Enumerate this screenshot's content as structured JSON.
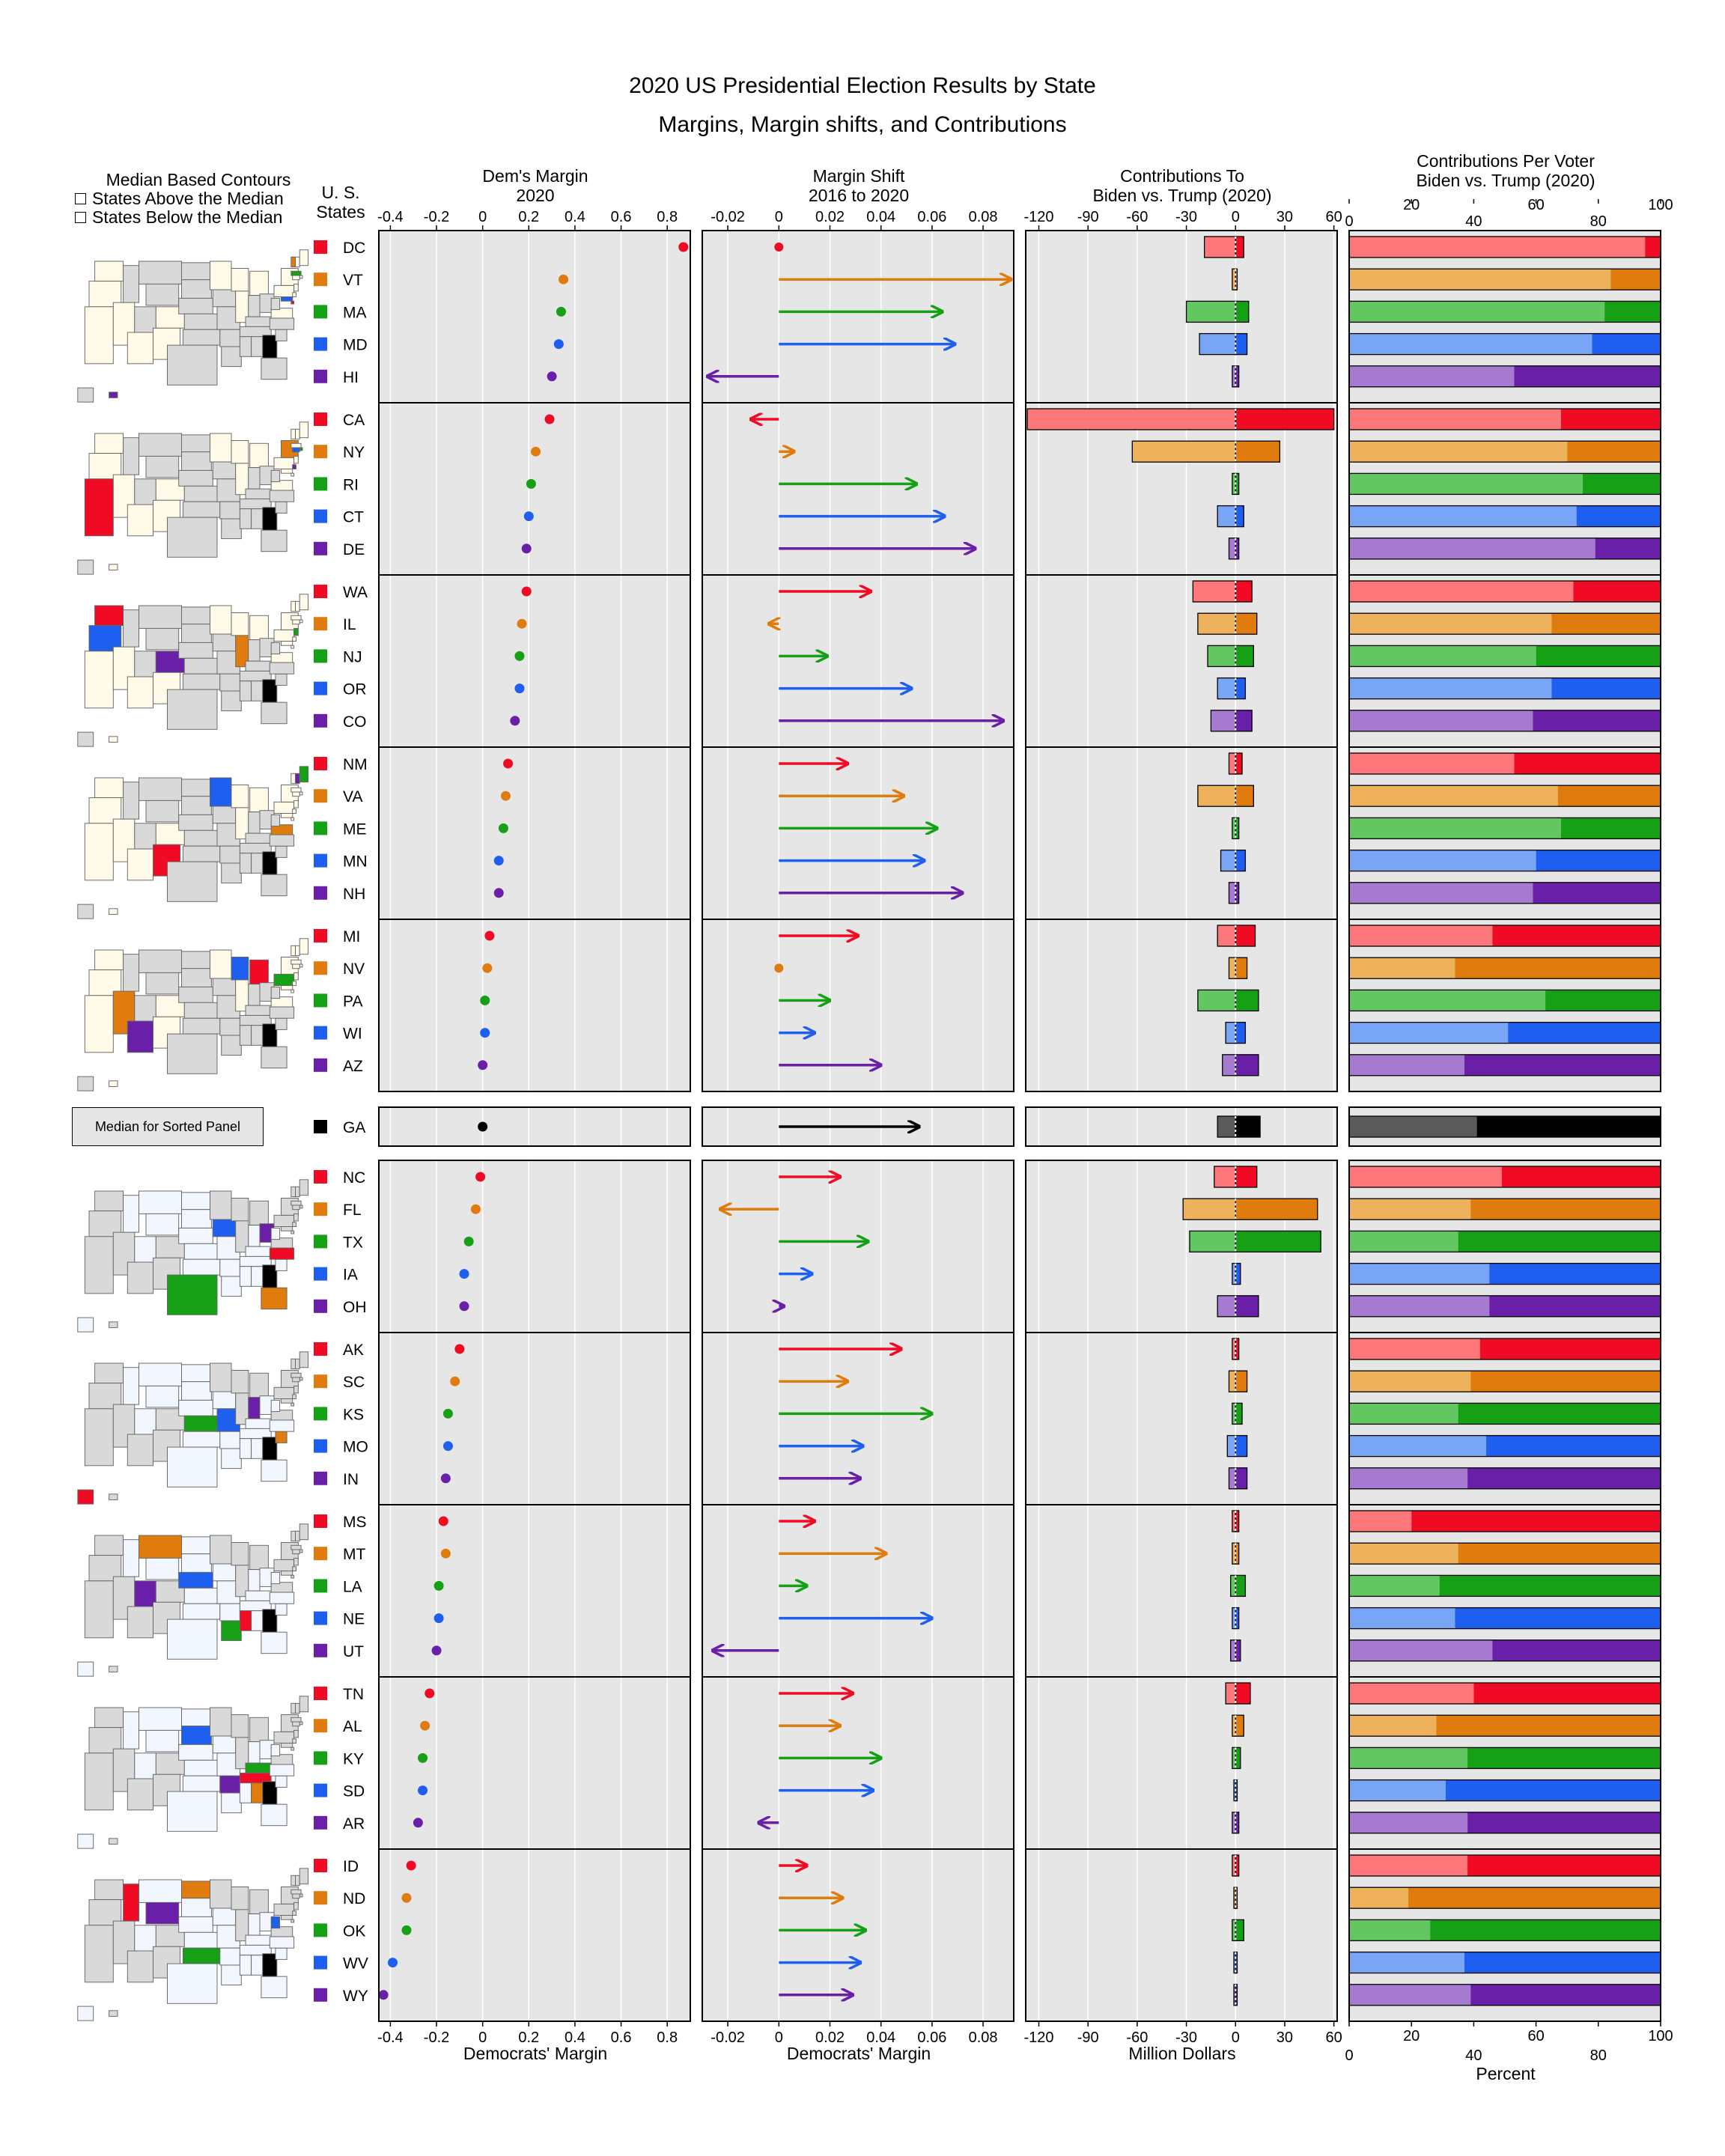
{
  "titles": {
    "main": "2020 US Presidential Election Results by State",
    "sub": "Margins, Margin shifts, and Contributions"
  },
  "legend": {
    "title": "Median Based Contours",
    "above": "States Above the Median",
    "below": "States Below the Median"
  },
  "states_header": [
    "U. S.",
    "States"
  ],
  "median_label": "Median for Sorted Panel",
  "headers": {
    "margin": [
      "Dem's Margin",
      "2020"
    ],
    "shift": [
      "Margin Shift",
      "2016 to 2020"
    ],
    "contrib": [
      "Contributions To",
      "Biden vs. Trump (2020)"
    ],
    "percent": [
      "Contributions Per Voter",
      "Biden vs. Trump (2020)"
    ]
  },
  "bottom_labels": {
    "margin": "Democrats' Margin",
    "shift": "Democrats' Margin",
    "contrib": "Million Dollars",
    "percent": "Percent"
  },
  "colors": {
    "panel_bg": "#e6e6e6",
    "light_fill": "#fffbe8",
    "below_fill": "#f2f7ff",
    "map_gray": "#d9d9d9",
    "dark": [
      "#f00a24",
      "#e07b0d",
      "#16a016",
      "#1f5ff0",
      "#6a1fa8"
    ],
    "light": [
      "#fd7679",
      "#eeb25c",
      "#62c761",
      "#78a5f6",
      "#a57ad0"
    ],
    "median_dark": "#000000",
    "median_light": "#5a5a5a"
  },
  "chart_data": {
    "type": "scatter",
    "panels": {
      "margin": {
        "ticks": [
          -0.4,
          -0.2,
          0,
          0.2,
          0.4,
          0.6,
          0.8
        ],
        "xlim": [
          -0.45,
          0.9
        ]
      },
      "shift": {
        "ticks": [
          -0.02,
          0,
          0.02,
          0.04,
          0.06,
          0.08
        ],
        "xlim": [
          -0.03,
          0.092
        ]
      },
      "contrib": {
        "ticks": [
          -120,
          -90,
          -60,
          -30,
          0,
          30,
          60
        ],
        "xlim": [
          -128,
          62
        ]
      },
      "percent": {
        "ticks": [
          0,
          20,
          40,
          60,
          80,
          100
        ],
        "xlim": [
          0,
          100
        ]
      }
    },
    "median_state": "GA",
    "groups": [
      [
        {
          "state": "DC",
          "margin": 0.87,
          "shift": 0.0,
          "trump": -19,
          "biden": 5,
          "pct": 95
        },
        {
          "state": "VT",
          "margin": 0.35,
          "shift": 0.091,
          "trump": -2,
          "biden": 1,
          "pct": 84
        },
        {
          "state": "MA",
          "margin": 0.34,
          "shift": 0.064,
          "trump": -30,
          "biden": 8,
          "pct": 82
        },
        {
          "state": "MD",
          "margin": 0.33,
          "shift": 0.069,
          "trump": -22,
          "biden": 7,
          "pct": 78
        },
        {
          "state": "HI",
          "margin": 0.3,
          "shift": -0.028,
          "trump": -2,
          "biden": 2,
          "pct": 53
        }
      ],
      [
        {
          "state": "CA",
          "margin": 0.29,
          "shift": -0.011,
          "trump": -127,
          "biden": 60,
          "pct": 68
        },
        {
          "state": "NY",
          "margin": 0.23,
          "shift": 0.006,
          "trump": -63,
          "biden": 27,
          "pct": 70
        },
        {
          "state": "RI",
          "margin": 0.21,
          "shift": 0.054,
          "trump": -2,
          "biden": 2,
          "pct": 75
        },
        {
          "state": "CT",
          "margin": 0.2,
          "shift": 0.065,
          "trump": -11,
          "biden": 5,
          "pct": 73
        },
        {
          "state": "DE",
          "margin": 0.19,
          "shift": 0.077,
          "trump": -4,
          "biden": 2,
          "pct": 79
        }
      ],
      [
        {
          "state": "WA",
          "margin": 0.19,
          "shift": 0.036,
          "trump": -26,
          "biden": 10,
          "pct": 72
        },
        {
          "state": "IL",
          "margin": 0.17,
          "shift": -0.004,
          "trump": -23,
          "biden": 13,
          "pct": 65
        },
        {
          "state": "NJ",
          "margin": 0.16,
          "shift": 0.019,
          "trump": -17,
          "biden": 11,
          "pct": 60
        },
        {
          "state": "OR",
          "margin": 0.16,
          "shift": 0.052,
          "trump": -11,
          "biden": 6,
          "pct": 65
        },
        {
          "state": "CO",
          "margin": 0.14,
          "shift": 0.088,
          "trump": -15,
          "biden": 10,
          "pct": 59
        }
      ],
      [
        {
          "state": "NM",
          "margin": 0.11,
          "shift": 0.027,
          "trump": -4,
          "biden": 4,
          "pct": 53
        },
        {
          "state": "VA",
          "margin": 0.1,
          "shift": 0.049,
          "trump": -23,
          "biden": 11,
          "pct": 67
        },
        {
          "state": "ME",
          "margin": 0.09,
          "shift": 0.062,
          "trump": -2,
          "biden": 2,
          "pct": 68
        },
        {
          "state": "MN",
          "margin": 0.07,
          "shift": 0.057,
          "trump": -9,
          "biden": 6,
          "pct": 60
        },
        {
          "state": "NH",
          "margin": 0.07,
          "shift": 0.072,
          "trump": -4,
          "biden": 2,
          "pct": 59
        }
      ],
      [
        {
          "state": "MI",
          "margin": 0.03,
          "shift": 0.031,
          "trump": -11,
          "biden": 12,
          "pct": 46
        },
        {
          "state": "NV",
          "margin": 0.02,
          "shift": 0.0,
          "trump": -4,
          "biden": 7,
          "pct": 34
        },
        {
          "state": "PA",
          "margin": 0.01,
          "shift": 0.02,
          "trump": -23,
          "biden": 14,
          "pct": 63
        },
        {
          "state": "WI",
          "margin": 0.01,
          "shift": 0.014,
          "trump": -6,
          "biden": 6,
          "pct": 51
        },
        {
          "state": "AZ",
          "margin": 0.0,
          "shift": 0.04,
          "trump": -8,
          "biden": 14,
          "pct": 37
        }
      ],
      [
        {
          "state": "GA",
          "margin": 0.0,
          "shift": 0.055,
          "trump": -11,
          "biden": 15,
          "pct": 41
        }
      ],
      [
        {
          "state": "NC",
          "margin": -0.01,
          "shift": 0.024,
          "trump": -13,
          "biden": 13,
          "pct": 49
        },
        {
          "state": "FL",
          "margin": -0.03,
          "shift": -0.023,
          "trump": -32,
          "biden": 50,
          "pct": 39
        },
        {
          "state": "TX",
          "margin": -0.06,
          "shift": 0.035,
          "trump": -28,
          "biden": 52,
          "pct": 35
        },
        {
          "state": "IA",
          "margin": -0.08,
          "shift": 0.013,
          "trump": -2,
          "biden": 3,
          "pct": 45
        },
        {
          "state": "OH",
          "margin": -0.08,
          "shift": 0.002,
          "trump": -11,
          "biden": 14,
          "pct": 45
        }
      ],
      [
        {
          "state": "AK",
          "margin": -0.1,
          "shift": 0.048,
          "trump": -2,
          "biden": 2,
          "pct": 42
        },
        {
          "state": "SC",
          "margin": -0.12,
          "shift": 0.027,
          "trump": -4,
          "biden": 7,
          "pct": 39
        },
        {
          "state": "KS",
          "margin": -0.15,
          "shift": 0.06,
          "trump": -2,
          "biden": 4,
          "pct": 35
        },
        {
          "state": "MO",
          "margin": -0.15,
          "shift": 0.033,
          "trump": -5,
          "biden": 7,
          "pct": 44
        },
        {
          "state": "IN",
          "margin": -0.16,
          "shift": 0.032,
          "trump": -4,
          "biden": 7,
          "pct": 38
        }
      ],
      [
        {
          "state": "MS",
          "margin": -0.17,
          "shift": 0.014,
          "trump": -2,
          "biden": 2,
          "pct": 20
        },
        {
          "state": "MT",
          "margin": -0.16,
          "shift": 0.042,
          "trump": -2,
          "biden": 2,
          "pct": 35
        },
        {
          "state": "LA",
          "margin": -0.19,
          "shift": 0.011,
          "trump": -3,
          "biden": 6,
          "pct": 29
        },
        {
          "state": "NE",
          "margin": -0.19,
          "shift": 0.06,
          "trump": -2,
          "biden": 2,
          "pct": 34
        },
        {
          "state": "UT",
          "margin": -0.2,
          "shift": -0.026,
          "trump": -3,
          "biden": 3,
          "pct": 46
        }
      ],
      [
        {
          "state": "TN",
          "margin": -0.23,
          "shift": 0.029,
          "trump": -6,
          "biden": 9,
          "pct": 40
        },
        {
          "state": "AL",
          "margin": -0.25,
          "shift": 0.024,
          "trump": -2,
          "biden": 5,
          "pct": 28
        },
        {
          "state": "KY",
          "margin": -0.26,
          "shift": 0.04,
          "trump": -2,
          "biden": 3,
          "pct": 38
        },
        {
          "state": "SD",
          "margin": -0.26,
          "shift": 0.037,
          "trump": -1,
          "biden": 1,
          "pct": 31
        },
        {
          "state": "AR",
          "margin": -0.28,
          "shift": -0.008,
          "trump": -2,
          "biden": 2,
          "pct": 38
        }
      ],
      [
        {
          "state": "ID",
          "margin": -0.31,
          "shift": 0.011,
          "trump": -2,
          "biden": 2,
          "pct": 38
        },
        {
          "state": "ND",
          "margin": -0.33,
          "shift": 0.025,
          "trump": -1,
          "biden": 1,
          "pct": 19
        },
        {
          "state": "OK",
          "margin": -0.33,
          "shift": 0.034,
          "trump": -2,
          "biden": 5,
          "pct": 26
        },
        {
          "state": "WV",
          "margin": -0.39,
          "shift": 0.032,
          "trump": -1,
          "biden": 1,
          "pct": 37
        },
        {
          "state": "WY",
          "margin": -0.43,
          "shift": 0.029,
          "trump": -1,
          "biden": 1,
          "pct": 39
        }
      ]
    ]
  }
}
